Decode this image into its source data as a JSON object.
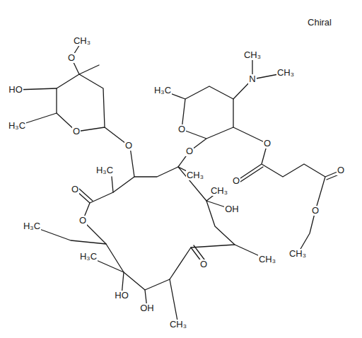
{
  "diagram": {
    "labels": [
      "Chiral",
      "CH₃",
      "O",
      "HO",
      "H₃C",
      "O",
      "O",
      "N",
      "CH₃",
      "CH₃",
      "H₃C",
      "O",
      "O",
      "O",
      "H₃C",
      "CH₃",
      "O",
      "O",
      "CH₃",
      "OH",
      "O",
      "O",
      "H₃C",
      "O",
      "CH₃",
      "H₃C",
      "O",
      "CH₃",
      "HO",
      "OH",
      "CH₃"
    ]
  }
}
